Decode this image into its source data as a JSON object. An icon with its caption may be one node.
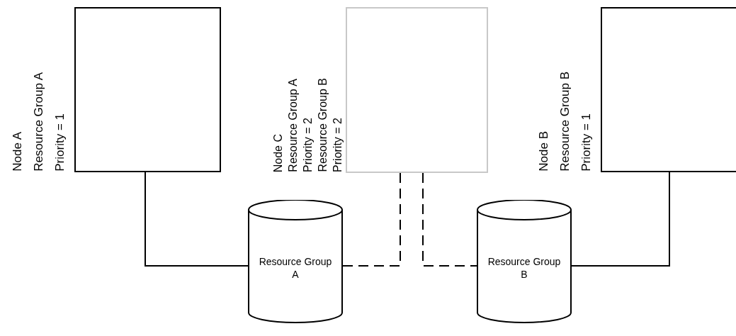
{
  "diagram": {
    "nodes": [
      {
        "text": [
          "Node A",
          "Resource Group A",
          "Priority = 1"
        ]
      },
      {
        "text": [
          "Node C",
          "Resource Group A",
          "Priority = 2",
          "Resource Group B",
          "Priority = 2"
        ]
      },
      {
        "text": [
          "Node B",
          "Resource Group B",
          "Priority = 1"
        ]
      },
      {
        "text": [
          "Resource Group A"
        ]
      },
      {
        "text": [
          "Resource Group B"
        ]
      }
    ],
    "edges": [
      {
        "from": 0,
        "to": 3,
        "arrow": "none"
      },
      {
        "from": 1,
        "to": 3,
        "arrow": "none",
        "style": "dashed"
      },
      {
        "from": 1,
        "to": 4,
        "arrow": "none",
        "style": "dashed"
      },
      {
        "from": 2,
        "to": 4,
        "arrow": "none"
      }
    ]
  }
}
